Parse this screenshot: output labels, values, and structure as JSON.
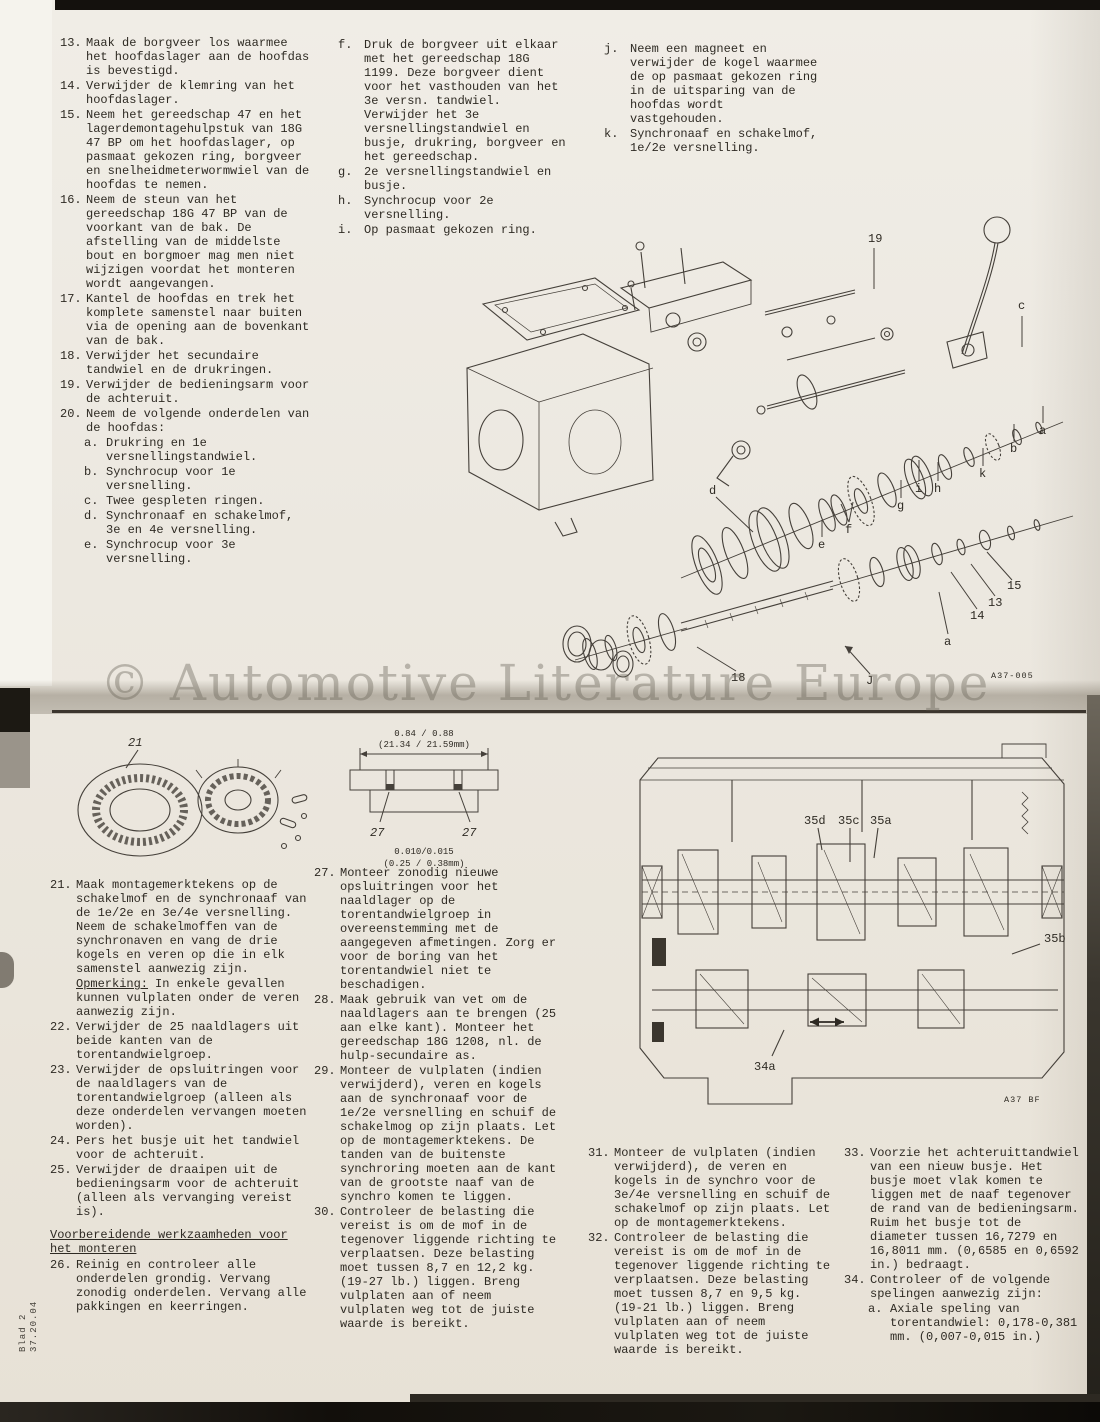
{
  "page": {
    "watermark": "© Automotive Literature Europe",
    "edge1": "Blad 2",
    "edge2": "37.20.04"
  },
  "top_left": [
    {
      "n": "13.",
      "t": "Maak de borgveer los waarmee het hoofdaslager aan de hoofdas is bevestigd."
    },
    {
      "n": "14.",
      "t": "Verwijder de klemring van het hoofdaslager."
    },
    {
      "n": "15.",
      "t": "Neem het gereedschap 47 en het lagerdemontagehulpstuk van 18G 47 BP om het hoofdaslager, op pasmaat gekozen ring, borgveer en snelheidmeterwormwiel van de hoofdas te nemen."
    },
    {
      "n": "16.",
      "t": "Neem de steun van het gereedschap 18G 47 BP van de voorkant van de bak. De afstelling van de middelste bout en borgmoer mag men niet wijzigen voordat het monteren wordt aangevangen."
    },
    {
      "n": "17.",
      "t": "Kantel de hoofdas en trek het komplete samenstel naar buiten via de opening aan de bovenkant van de bak."
    },
    {
      "n": "18.",
      "t": "Verwijder het secundaire tandwiel en de drukringen."
    },
    {
      "n": "19.",
      "t": "Verwijder de bedieningsarm voor de achteruit."
    },
    {
      "n": "20.",
      "t": "Neem de volgende onderdelen van de hoofdas:"
    },
    {
      "n": "a.",
      "t": "Drukring en 1e versnellingstandwiel.",
      "cls": "sub"
    },
    {
      "n": "b.",
      "t": "Synchrocup voor 1e versnelling.",
      "cls": "sub"
    },
    {
      "n": "c.",
      "t": "Twee gespleten ringen.",
      "cls": "sub"
    },
    {
      "n": "d.",
      "t": "Synchronaaf en schakelmof, 3e en 4e versnelling.",
      "cls": "sub"
    },
    {
      "n": "e.",
      "t": "Synchrocup voor 3e versnelling.",
      "cls": "sub"
    }
  ],
  "top_mid": [
    {
      "n": "f.",
      "t": "Druk de borgveer uit elkaar met het gereedschap 18G 1199. Deze borgveer dient voor het vasthouden van het 3e versn. tandwiel. Verwijder het 3e versnellingstandwiel en busje, drukring, borgveer en het gereedschap."
    },
    {
      "n": "g.",
      "t": "2e versnellingstandwiel en busje."
    },
    {
      "n": "h.",
      "t": "Synchrocup voor 2e versnelling."
    },
    {
      "n": "i.",
      "t": "Op pasmaat gekozen ring."
    }
  ],
  "top_right": [
    {
      "n": "j.",
      "t": "Neem een magneet en verwijder de kogel waarmee de op pasmaat gekozen ring in de uitsparing van de hoofdas wordt vastgehouden."
    },
    {
      "n": "k.",
      "t": "Synchronaaf en schakelmof, 1e/2e versnelling."
    }
  ],
  "bottom_left": [
    {
      "n": "21.",
      "t": "Maak montagemerktekens op de schakelmof en de synchronaaf van de 1e/2e en 3e/4e versnelling. Neem de schakelmoffen van de synchronaven en vang de drie kogels en veren op die in elk samenstel aanwezig zijn."
    },
    {
      "n": "",
      "u": "Opmerking:",
      "t": "In enkele gevallen kunnen vulplaten onder de veren aanwezig zijn.",
      "cls": "note"
    },
    {
      "n": "22.",
      "t": "Verwijder de 25 naaldlagers uit beide kanten van de torentandwielgroep."
    },
    {
      "n": "23.",
      "t": "Verwijder de opsluitringen voor de naaldlagers van de torentandwielgroep (alleen als deze onderdelen vervangen moeten worden)."
    },
    {
      "n": "24.",
      "t": "Pers het busje uit het tandwiel voor de achteruit."
    },
    {
      "n": "25.",
      "t": "Verwijder de draaipen uit de bedieningsarm voor de achteruit (alleen als vervanging vereist is)."
    },
    {
      "n": "",
      "t": "Voorbereidende werkzaamheden voor het monteren",
      "cls": "hdr"
    },
    {
      "n": "26.",
      "t": "Reinig en controleer alle onderdelen grondig. Vervang zonodig onderdelen. Vervang alle pakkingen en keerringen."
    }
  ],
  "bottom_mid": [
    {
      "n": "27.",
      "t": "Monteer zonodig nieuwe opsluitringen voor het naaldlager op de torentandwielgroep in overeenstemming met de aangegeven afmetingen. Zorg er voor de boring van het torentandwiel niet te beschadigen."
    },
    {
      "n": "28.",
      "t": "Maak gebruik van vet om de naaldlagers aan te brengen (25 aan elke kant). Monteer het gereedschap 18G 1208, nl. de hulp-secundaire as."
    },
    {
      "n": "29.",
      "t": "Monteer de vulplaten (indien verwijderd), veren en kogels aan de synchronaaf voor de 1e/2e versnelling en schuif de schakelmog op zijn plaats. Let op de montagemerktekens. De tanden van de buitenste synchroring moeten aan de kant van de grootste naaf van de synchro komen te liggen."
    },
    {
      "n": "30.",
      "t": "Controleer de belasting die vereist is om de mof in de tegenover liggende richting te verplaatsen. Deze belasting moet tussen 8,7 en 12,2 kg. (19-27 lb.) liggen. Breng vulplaten aan of neem vulplaten weg tot de juiste waarde is bereikt."
    }
  ],
  "bottom_right_a": [
    {
      "n": "31.",
      "t": "Monteer de vulplaten (indien verwijderd), de veren en kogels in de synchro voor de 3e/4e versnelling en schuif de schakelmof op zijn plaats. Let op de montagemerktekens."
    },
    {
      "n": "32.",
      "t": "Controleer de belasting die vereist is om de mof in de tegenover liggende richting te verplaatsen. Deze belasting moet tussen 8,7 en 9,5 kg. (19-21 lb.) liggen. Breng vulplaten aan of neem vulplaten weg tot de juiste waarde is bereikt."
    }
  ],
  "bottom_right_b": [
    {
      "n": "33.",
      "t": "Voorzie het achteruittandwiel van een nieuw busje. Het busje moet vlak komen te liggen met de naaf tegenover de rand van de bedieningsarm. Ruim het busje tot de diameter tussen 16,7279 en 16,8011 mm. (0,6585 en 0,6592 in.) bedraagt."
    },
    {
      "n": "34.",
      "t": "Controleer of de volgende spelingen aanwezig zijn:"
    },
    {
      "n": "a.",
      "t": "Axiale speling van torentandwiel: 0,178-0,381 mm. (0,007-0,015 in.)",
      "cls": "sub"
    }
  ],
  "figures": {
    "exploded": {
      "ref": "A37-005",
      "callouts": [
        "19",
        "c",
        "a",
        "b",
        "k",
        "h",
        "i",
        "g",
        "f",
        "e",
        "d",
        "15",
        "13",
        "14",
        "a",
        "18",
        "J"
      ]
    },
    "hub": {
      "callout": "21"
    },
    "dims": {
      "top_in": "0.84 / 0.88",
      "top_mm": "(21.34 / 21.59mm)",
      "bot_in": "0.010/0.015",
      "bot_mm": "(0.25 / 0.38mm)",
      "groove_l": "27",
      "groove_r": "27"
    },
    "section": {
      "ref": "A37 BF",
      "l35d": "35d",
      "l35c": "35c",
      "l35a": "35a",
      "l35b": "35b",
      "l34a": "34a"
    }
  }
}
